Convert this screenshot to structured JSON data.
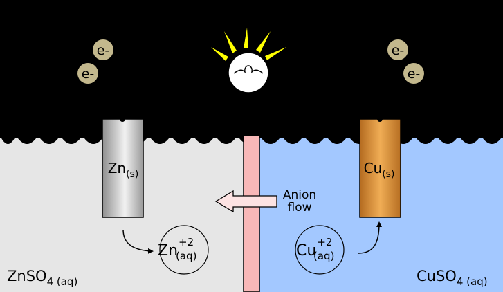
{
  "colors": {
    "background": "#000000",
    "left_solution": "#e6e6e6",
    "right_solution": "#a3c8ff",
    "salt_bridge": "#f8b8b8",
    "electron": "#c3b88d",
    "bulb_rays": "#ffff00",
    "arrow_fill": "#fde3e3"
  },
  "electrons": {
    "left": [
      "e-",
      "e-"
    ],
    "right": [
      "e-",
      "e-"
    ]
  },
  "electrodes": {
    "anode": {
      "base": "Zn",
      "sub": "(s)",
      "icon": "zinc-electrode"
    },
    "cathode": {
      "base": "Cu",
      "sub": "(s)",
      "icon": "copper-electrode"
    }
  },
  "ions": {
    "zinc": {
      "base": "Zn",
      "sup": "+2",
      "sub": "(aq)"
    },
    "copper": {
      "base": "Cu",
      "sup": "+2",
      "sub": "(aq)"
    }
  },
  "solutions": {
    "left": {
      "base": "ZnSO",
      "num": "4",
      "sub": " (aq)"
    },
    "right": {
      "base": "CuSO",
      "num": "4",
      "sub": " (aq)"
    }
  },
  "anion_flow": {
    "line1": "Anion",
    "line2": "flow",
    "direction": "left"
  },
  "icons": [
    "light-bulb-icon",
    "salt-bridge"
  ]
}
